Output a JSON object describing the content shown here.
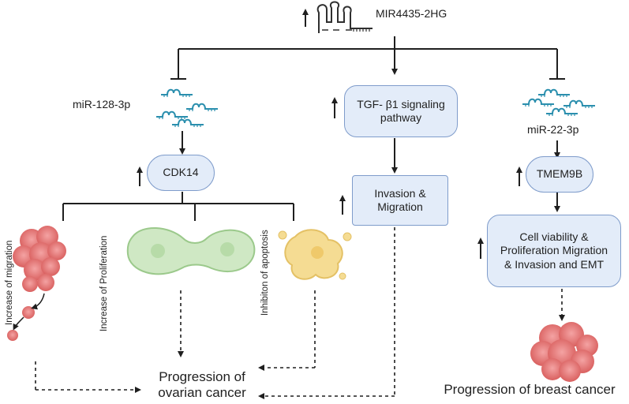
{
  "lncrna": {
    "label": "MIR4435-2HG"
  },
  "left_branch": {
    "mirna": "miR-128-3p",
    "target": "CDK14",
    "effects": [
      {
        "label": "Increase of migration"
      },
      {
        "label": "Increase of Proliferation"
      },
      {
        "label": "Inhibiton of apoptosis"
      }
    ]
  },
  "middle_branch": {
    "pathway": "TGF- β1 signaling pathway",
    "outcome": "Invasion & Migration"
  },
  "right_branch": {
    "mirna": "miR-22-3p",
    "target": "TMEM9B",
    "outcome": "Cell viability & Proliferation Migration & Invasion and EMT"
  },
  "outcomes": {
    "ovarian": "Progression of ovarian cancer",
    "breast": "Progression of breast cancer"
  },
  "colors": {
    "box_fill": "#e3ecf9",
    "box_border": "#7f9ccb",
    "mirna": "#2b8fae",
    "tumor": "#e07b7b",
    "cell_green": "#cfe8c4",
    "cell_yellow": "#f5dc93"
  }
}
